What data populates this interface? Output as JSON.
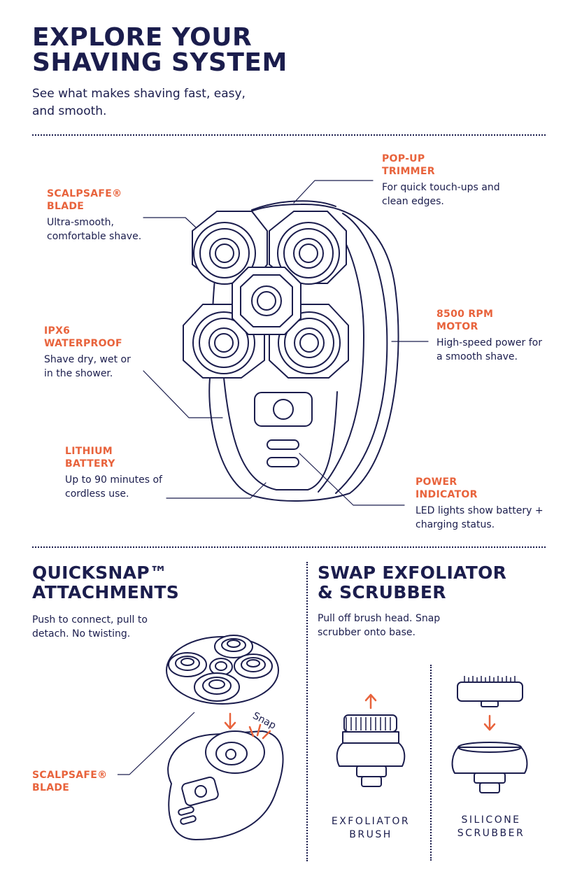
{
  "hero": {
    "title_line1": "EXPLORE YOUR",
    "title_line2": "SHAVING SYSTEM",
    "subtitle": "See what makes shaving fast, easy, and smooth."
  },
  "features": {
    "popup": {
      "title1": "POP-UP",
      "title2": "TRIMMER",
      "desc": "For quick touch-ups and clean edges."
    },
    "scalpsafe": {
      "title1": "SCALPSAFE®",
      "title2": "BLADE",
      "desc": "Ultra-smooth, comfortable shave."
    },
    "motor": {
      "title1": "8500 RPM",
      "title2": "MOTOR",
      "desc": "High-speed power for a smooth shave."
    },
    "waterproof": {
      "title1": "IPX6",
      "title2": "WATERPROOF",
      "desc": "Shave dry, wet or in the shower."
    },
    "battery": {
      "title1": "LITHIUM",
      "title2": "BATTERY",
      "desc": "Up to 90 minutes of cordless use."
    },
    "indicator": {
      "title1": "POWER",
      "title2": "INDICATOR",
      "desc": "LED lights show battery + charging status."
    }
  },
  "quicksnap": {
    "title1": "QUICKSNAP™",
    "title2": "ATTACHMENTS",
    "desc": "Push to connect, pull to detach. No twisting.",
    "snap": "Snap",
    "blade_label1": "SCALPSAFE®",
    "blade_label2": "BLADE"
  },
  "swap": {
    "title1": "SWAP EXFOLIATOR",
    "title2": "& SCRUBBER",
    "desc": "Pull off brush head. Snap scrubber onto base.",
    "brush1": "EXFOLIATOR",
    "brush2": "BRUSH",
    "scrub1": "SILICONE",
    "scrub2": "SCRUBBER"
  },
  "colors": {
    "navy": "#1b1d4d",
    "orange": "#e8633c",
    "background": "#ffffff"
  }
}
